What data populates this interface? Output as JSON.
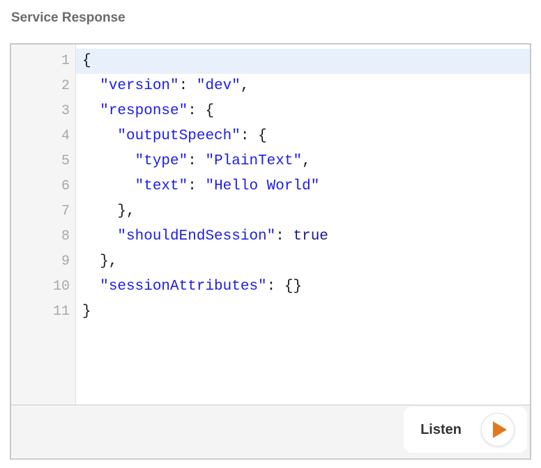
{
  "title": "Service Response",
  "editor": {
    "language": "json",
    "active_line": 1,
    "lines": [
      [
        [
          "p",
          "{"
        ]
      ],
      [
        [
          "p",
          "  "
        ],
        [
          "s",
          "\"version\""
        ],
        [
          "p",
          ": "
        ],
        [
          "s",
          "\"dev\""
        ],
        [
          "p",
          ","
        ]
      ],
      [
        [
          "p",
          "  "
        ],
        [
          "s",
          "\"response\""
        ],
        [
          "p",
          ": {"
        ]
      ],
      [
        [
          "p",
          "    "
        ],
        [
          "s",
          "\"outputSpeech\""
        ],
        [
          "p",
          ": {"
        ]
      ],
      [
        [
          "p",
          "      "
        ],
        [
          "s",
          "\"type\""
        ],
        [
          "p",
          ": "
        ],
        [
          "s",
          "\"PlainText\""
        ],
        [
          "p",
          ","
        ]
      ],
      [
        [
          "p",
          "      "
        ],
        [
          "s",
          "\"text\""
        ],
        [
          "p",
          ": "
        ],
        [
          "s",
          "\"Hello World\""
        ]
      ],
      [
        [
          "p",
          "    },"
        ]
      ],
      [
        [
          "p",
          "    "
        ],
        [
          "s",
          "\"shouldEndSession\""
        ],
        [
          "p",
          ": "
        ],
        [
          "a",
          "true"
        ]
      ],
      [
        [
          "p",
          "  },"
        ]
      ],
      [
        [
          "p",
          "  "
        ],
        [
          "s",
          "\"sessionAttributes\""
        ],
        [
          "p",
          ": {}"
        ]
      ],
      [
        [
          "p",
          "}"
        ]
      ]
    ]
  },
  "footer": {
    "listen_label": "Listen",
    "play_icon": "play-icon"
  },
  "colors": {
    "string": "#1c1ce6",
    "atom": "#181593",
    "punctuation": "#1a1a1a",
    "active_line_bg": "#e8f1fb",
    "accent_orange": "#e0791f",
    "title_text": "#6b6b6b",
    "gutter_bg": "#f5f5f5",
    "line_number": "#a8a8a8",
    "panel_border": "#c9c9c9",
    "footer_bg": "#f4f4f4"
  }
}
